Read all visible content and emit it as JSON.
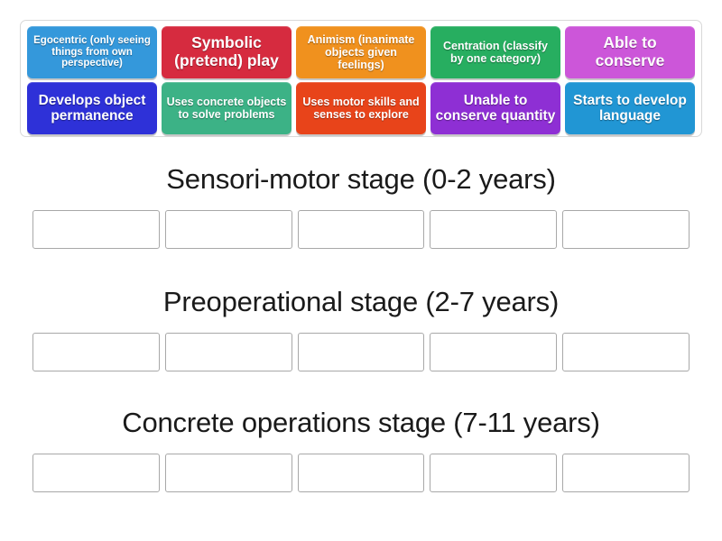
{
  "activity": {
    "type": "group-sort",
    "title": "Piaget stages of cognitive development sort"
  },
  "tile_bank": {
    "name": "draggable-answer-tiles",
    "rows": [
      [
        {
          "label": "Egocentric (only seeing things from own perspective)",
          "color": "#3498db",
          "size": "sm"
        },
        {
          "label": "Symbolic (pretend) play",
          "color": "#d62b3f",
          "size": "xl"
        },
        {
          "label": "Animism (inanimate objects given feelings)",
          "color": "#f0911e",
          "size": "md"
        },
        {
          "label": "Centration (classify by one category)",
          "color": "#27ae60",
          "size": "md"
        },
        {
          "label": "Able to conserve",
          "color": "#cc56d9",
          "size": "xl"
        }
      ],
      [
        {
          "label": "Develops object permanence",
          "color": "#2e31d8",
          "size": "lg"
        },
        {
          "label": "Uses concrete objects to solve problems",
          "color": "#3cb286",
          "size": "md"
        },
        {
          "label": "Uses motor skills and senses to explore",
          "color": "#e8441a",
          "size": "md"
        },
        {
          "label": "Unable to conserve quantity",
          "color": "#8e2fd4",
          "size": "lg"
        },
        {
          "label": "Starts to develop language",
          "color": "#2196d4",
          "size": "lg"
        }
      ]
    ]
  },
  "categories": [
    {
      "title": "Sensori-motor stage (0-2 years)",
      "dropzone_count": 5,
      "dropzones": [
        "",
        "",
        "",
        "",
        ""
      ]
    },
    {
      "title": "Preoperational stage (2-7 years)",
      "dropzone_count": 5,
      "dropzones": [
        "",
        "",
        "",
        "",
        ""
      ]
    },
    {
      "title": "Concrete operations stage (7-11 years)",
      "dropzone_count": 5,
      "dropzones": [
        "",
        "",
        "",
        "",
        ""
      ]
    }
  ],
  "colors": {
    "page_background": "#ffffff",
    "bank_border": "#d8d8d8",
    "dropzone_border": "#a8a8a8",
    "title_text": "#1a1a1a",
    "tile_text": "#ffffff"
  }
}
